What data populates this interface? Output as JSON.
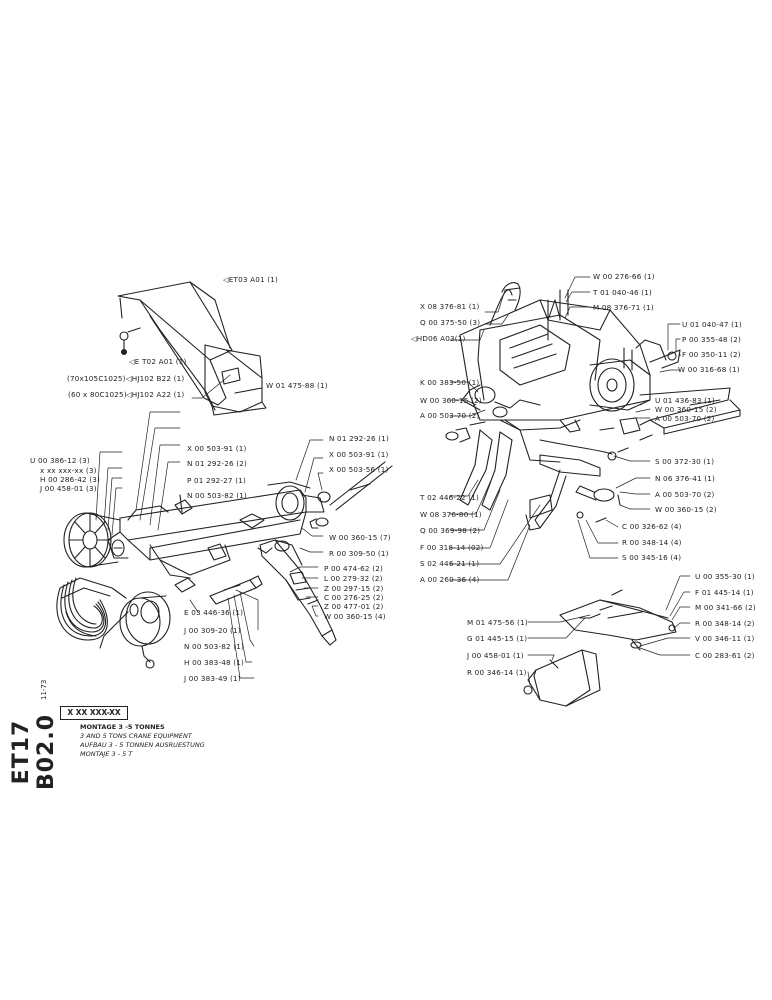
{
  "document_code": "ET17 B02.0",
  "date": "11-73",
  "part_ref_box": "X XX XXX-XX",
  "title_lines": [
    "MONTAGE 3 -5 TONNES",
    "3 AND 5 TONS CRANE EQUIPMENT",
    "AUFBAU 3 - 5 TONNEN AUSRUESTUNG",
    "MONTAJE 3 - 5 T"
  ],
  "crane_labels": {
    "et03": "ET03 A01 (1)",
    "et02": "E T02 A01 (1)",
    "hj102b22_dim": "(70x105C1025)",
    "hj102b22": "HJ102 B22 (1)",
    "hj102a22_dim": "(60 x 80C1025)",
    "hj102a22": "HJ102 A22 (1)",
    "w01": "W 01 475-88 (1)"
  },
  "left_labels": [
    "X 00 503-91 (1)",
    "N 01 292-26 (2)",
    "P 01 292-27 (1)",
    "N 00 503-82 (1)",
    "N 01 292-26 (1)",
    "X 00 503-91 (1)",
    "X 00 503-56 (1)",
    "U 00 386-12 (3)",
    "x  xx xxx-xx (3)",
    "H 00 286-42 (3)",
    "J 00 458-01 (3)",
    "W 00 360-15 (7)",
    "R 00 309-50 (1)",
    "P 00 474-62 (2)",
    "L 00 279-32 (2)",
    "Z 00 297-15 (2)",
    "C 00 276-25 (2)",
    "Z 00 477-01 (2)",
    "W 00 360-15 (4)",
    "E 03 446-36 (1)",
    "J 00 309-20 (1)",
    "N 00 503-82 (1)",
    "H 00 383-48 (1)",
    "J 00 383-49 (1)"
  ],
  "engine_labels_left": [
    "X 08 376-81 (1)",
    "Q 00 375-50 (3)",
    "HD06 A03(1)",
    "K 00 383-50 (1)",
    "W 00 360-15 (2)",
    "A 00 503-70 (2)",
    "T 02 446-22 (1)",
    "W 08 376-80 (1)",
    "Q 00 369-98 (2)",
    "F 00 318-14 (02)",
    "S 02 446-21 (1)",
    "A 00 260-36 (4)"
  ],
  "engine_labels_top": [
    "W 00 276-66 (1)",
    "T 01 040-46 (1)",
    "M 08 376-71 (1)"
  ],
  "engine_labels_right": [
    "U 01 040-47 (1)",
    "P 00 355-48 (2)",
    "F 00 350-11 (2)",
    "W 00 316-68 (1)",
    "U 01 436-83 (1)",
    "W 00 360-15 (2)",
    "A 00 503-70 (2)",
    "S 00 372-30 (1)",
    "N 06 376-41 (1)",
    "A 00 503-70 (2)",
    "W 00 360-15 (2)",
    "C 00 326-62 (4)",
    "R 00 348-14 (4)",
    "S 00 345-16 (4)"
  ],
  "bottom_right_labels": [
    "U 00 355-30 (1)",
    "F 01 445-14 (1)",
    "M 00 341-66 (2)",
    "R 00 348-14 (2)",
    "V 00 346-11 (1)",
    "C 00 283-61 (2)",
    "M 01 475-56 (1)",
    "G 01 445-15 (1)",
    "J 00 458-01 (1)",
    "R 00 346-14 (1)"
  ]
}
